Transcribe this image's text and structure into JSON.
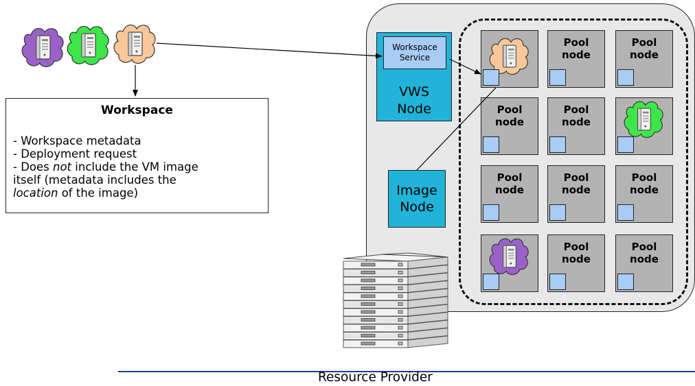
{
  "workspace": {
    "title": "Workspace",
    "lines": [
      {
        "plain": "- Workspace metadata"
      },
      {
        "plain": "- Deployment request"
      },
      {
        "pre": "- Does ",
        "em": "not",
        "post": " include the VM image"
      },
      {
        "plain": "itself (metadata includes the"
      },
      {
        "pre": "",
        "em": "location",
        "post": " of the image)"
      }
    ]
  },
  "vws_node": {
    "service_line1": "Workspace",
    "service_line2": "Service",
    "label_line1": "VWS",
    "label_line2": "Node"
  },
  "image_node": {
    "line1": "Image",
    "line2": "Node"
  },
  "pool": {
    "label_line1": "Pool",
    "label_line2": "node"
  },
  "footer": {
    "label": "Resource Provider"
  },
  "icons": {
    "vm_clouds": [
      "vm-cloud-purple-icon",
      "vm-cloud-green-icon",
      "vm-cloud-orange-icon"
    ],
    "server_rack": "server-rack-icon"
  },
  "colors": {
    "cloud_purple": "#9a62c9",
    "cloud_green": "#3ee64a",
    "cloud_orange": "#f9c89a",
    "node_blue": "#21b4d8",
    "service_blue": "#a8ccf4",
    "pool_gray": "#b3b3b3",
    "panel_gray": "#e8e8e8",
    "rule_blue": "#1a3f9a"
  }
}
